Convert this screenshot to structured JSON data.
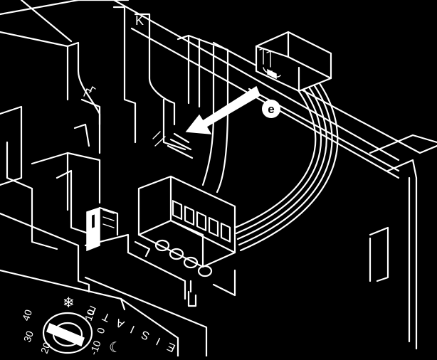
{
  "diagram": {
    "callout": "e",
    "top_mark": "K",
    "dial_labels": [
      "40",
      "30",
      "20",
      "10",
      "0",
      "-10"
    ],
    "panel_text": "E I S I A T E",
    "symbols": {
      "snowflake": "❄",
      "moon": "☾"
    }
  }
}
